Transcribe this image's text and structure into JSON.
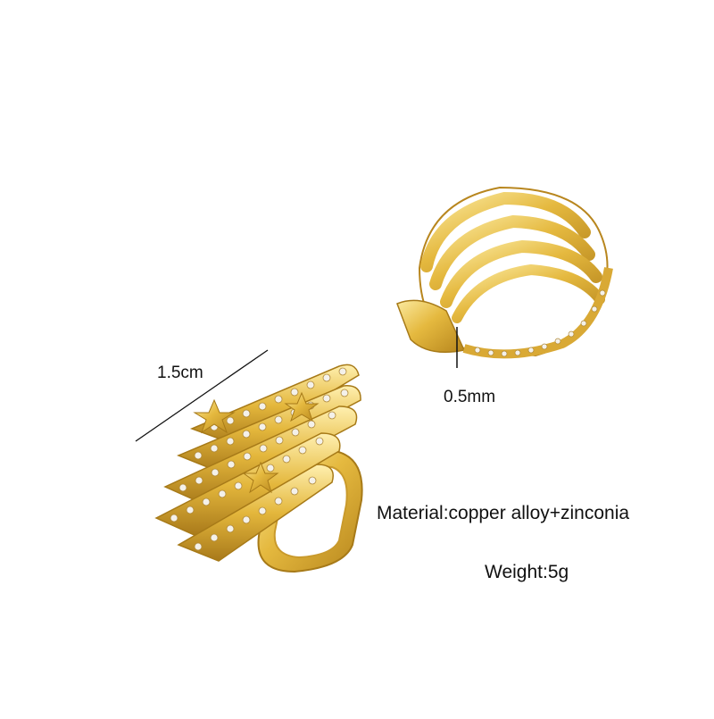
{
  "dimensions": {
    "length_label": "1.5cm",
    "thickness_label": "0.5mm"
  },
  "specs": {
    "material": "Material:copper alloy+zinconia",
    "weight": "Weight:5g"
  },
  "colors": {
    "background": "#ffffff",
    "gold_light": "#f6e08a",
    "gold_mid": "#e0b43c",
    "gold_dark": "#b8861e",
    "crystal": "#f4f1ea"
  }
}
